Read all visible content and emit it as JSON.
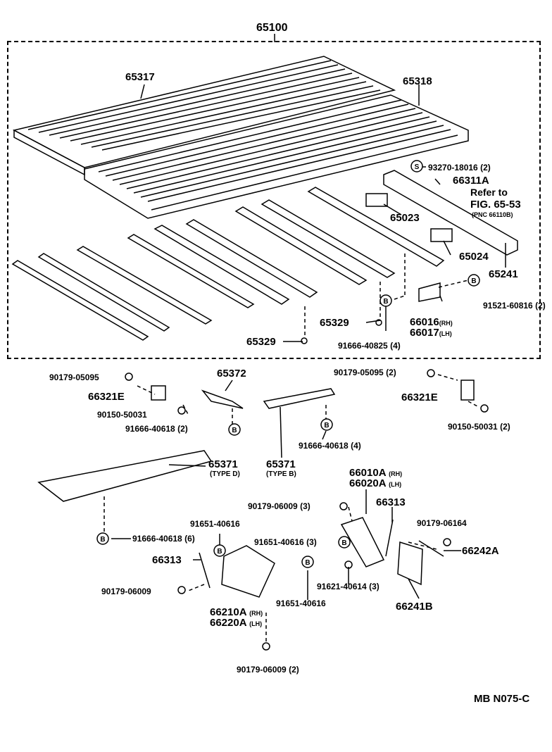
{
  "assembly_label": "65100",
  "parts": {
    "p65317": "65317",
    "p65318": "65318",
    "p93270": "93270-18016 (2)",
    "p66311A": "66311A",
    "refer_to": "Refer to",
    "fig": "FIG. 65-53",
    "pnc": "(PNC 66110B)",
    "p65023": "65023",
    "p65024": "65024",
    "p65241": "65241",
    "p91521": "91521-60816 (2)",
    "p65329a": "65329",
    "p66016": "66016",
    "p66017": "66017",
    "rh": "(RH)",
    "lh": "(LH)",
    "p65329b": "65329",
    "p91666_40825": "91666-40825 (4)",
    "p90179_05095a": "90179-05095",
    "p66321E_a": "66321E",
    "p90150_a": "90150-50031",
    "p65372": "65372",
    "p91666_40618_2": "91666-40618 (2)",
    "p90179_05095b": "90179-05095 (2)",
    "p66321E_b": "66321E",
    "p90150_b": "90150-50031 (2)",
    "p91666_40618_4": "91666-40618 (4)",
    "p65371_d": "65371",
    "type_d": "(TYPE D)",
    "p65371_b": "65371",
    "type_b": "(TYPE B)",
    "p66010A": "66010A",
    "p66020A": "66020A",
    "p90179_06009_3": "90179-06009 (3)",
    "p66313a": "66313",
    "p91651_40616_a": "91651-40616",
    "p91651_40616_3": "91651-40616 (3)",
    "p90179_06164": "90179-06164",
    "p66242A": "66242A",
    "p91666_40618_6": "91666-40618 (6)",
    "p66313b": "66313",
    "p90179_06009a": "90179-06009",
    "p91651_40616_b": "91651-40616",
    "p91621": "91621-40614 (3)",
    "p66241B": "66241B",
    "p66210A": "66210A",
    "p66220A": "66220A",
    "p90179_06009_2": "90179-06009 (2)"
  },
  "drawing_code": "MB N075-C",
  "symbol_s": "S",
  "symbol_b": "B"
}
